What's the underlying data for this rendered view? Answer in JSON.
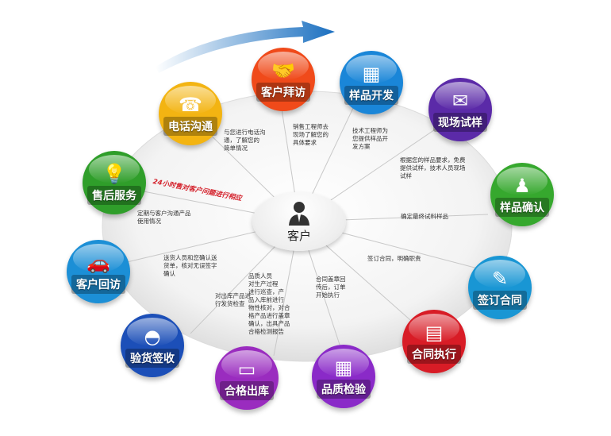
{
  "center": {
    "label": "客户"
  },
  "hotline": "24小时售对客户问题进行相应",
  "steps": [
    {
      "label": "客户拜访",
      "color": "#f04a1a",
      "icon": "handshake-icon",
      "glyph": "🤝"
    },
    {
      "label": "样品开发",
      "color": "#1a86d8",
      "icon": "blueprint-icon",
      "glyph": "▦"
    },
    {
      "label": "现场试样",
      "color": "#5b2aa8",
      "icon": "envelope-icon",
      "glyph": "✉"
    },
    {
      "label": "样品确认",
      "color": "#36a82e",
      "icon": "stamp-icon",
      "glyph": "♟"
    },
    {
      "label": "签订合同",
      "color": "#1996d4",
      "icon": "pen-icon",
      "glyph": "✎"
    },
    {
      "label": "合同执行",
      "color": "#d81c26",
      "icon": "document-icon",
      "glyph": "▤"
    },
    {
      "label": "品质检验",
      "color": "#8a2ac8",
      "icon": "calendar-icon",
      "glyph": "▦"
    },
    {
      "label": "合格出库",
      "color": "#9a2cbf",
      "icon": "certificate-icon",
      "glyph": "▭"
    },
    {
      "label": "验货签收",
      "color": "#1c4fb8",
      "icon": "siren-icon",
      "glyph": "◓"
    },
    {
      "label": "客户回访",
      "color": "#1c8fd6",
      "icon": "car-icon",
      "glyph": "🚗"
    },
    {
      "label": "售后服务",
      "color": "#2f9e2a",
      "icon": "lightbulb-icon",
      "glyph": "💡"
    },
    {
      "label": "电话沟通",
      "color": "#f3b412",
      "icon": "telephone-icon",
      "glyph": "☎"
    }
  ],
  "descriptions": [
    {
      "text": "与您进行电话沟\n通，了解您的\n简单情况"
    },
    {
      "text": "销售工程师去\n现场了解您的\n具体要求"
    },
    {
      "text": "技术工程师为\n您提供样品开\n发方案"
    },
    {
      "text": "根据您的样品要求，免费\n提供试样，技术人员现场\n试样"
    },
    {
      "text": "确定最终试料样品"
    },
    {
      "text": "签订合同，明确职责"
    },
    {
      "text": "合同盖章回\n传后，订单\n开始执行"
    },
    {
      "text": "品质人员\n对生产过程\n进行巡查，产\n品入库前进行\n物性核对，对合\n格产品进行盖章\n确认，出具产品\n合格检测报告"
    },
    {
      "text": "对出库产品进\n行发货检查"
    },
    {
      "text": "送货人员和您确认送\n货单，核对无误签字\n确认"
    },
    {
      "text": "定期与客户沟通产品\n使用情况"
    }
  ]
}
